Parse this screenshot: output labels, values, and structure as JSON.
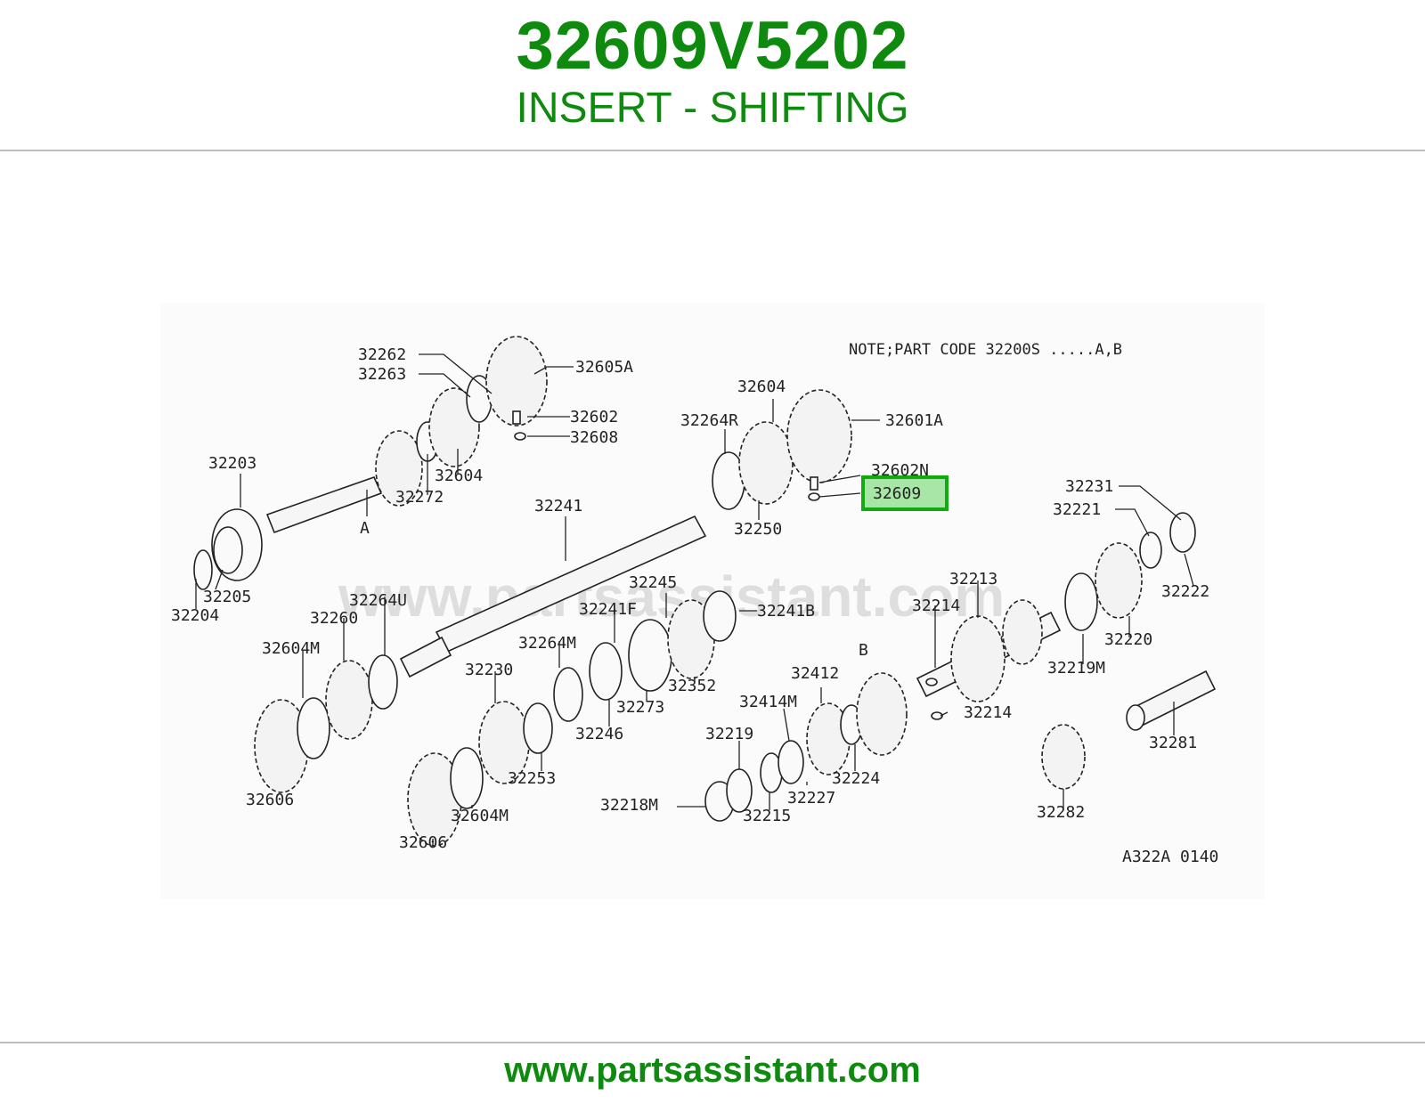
{
  "header": {
    "part_number": "32609V5202",
    "part_description": "INSERT - SHIFTING"
  },
  "diagram": {
    "note": "NOTE;PART CODE  32200S  .....A,B",
    "watermark": "www.partsassistant.com",
    "drawing_code": "A322A 0140",
    "letters": {
      "a": "A",
      "b": "B"
    },
    "highlighted_part": "32609",
    "highlight_color": "#a8e6a8",
    "callouts": {
      "c32262": "32262",
      "c32263": "32263",
      "c32605A": "32605A",
      "c32602": "32602",
      "c32608": "32608",
      "c32604a": "32604",
      "c32272": "32272",
      "c32203": "32203",
      "c32205": "32205",
      "c32204": "32204",
      "c32604b": "32604",
      "c32264R": "32264R",
      "c32601A": "32601A",
      "c32602N": "32602N",
      "c32609": "32609",
      "c32250": "32250",
      "c32241": "32241",
      "c32231": "32231",
      "c32221": "32221",
      "c32222": "32222",
      "c32213": "32213",
      "c32214a": "32214",
      "c32220": "32220",
      "c32219M": "32219M",
      "c32214b": "32214",
      "c32264U": "32264U",
      "c32260": "32260",
      "c32604Ma": "32604M",
      "c32606a": "32606",
      "c32245": "32245",
      "c32241F": "32241F",
      "c32241B": "32241B",
      "c32264M": "32264M",
      "c32230": "32230",
      "c32352": "32352",
      "c32273": "32273",
      "c32246": "32246",
      "c32253": "32253",
      "c32604Mb": "32604M",
      "c32606b": "32606",
      "c32412": "32412",
      "c32414M": "32414M",
      "c32219": "32219",
      "c32227": "32227",
      "c32224": "32224",
      "c32215": "32215",
      "c32218M": "32218M",
      "c32281": "32281",
      "c32282": "32282"
    }
  },
  "footer": {
    "url": "www.partsassistant.com"
  },
  "colors": {
    "brand_green": "#0e8a0e",
    "rule_gray": "#bdbdbd"
  }
}
